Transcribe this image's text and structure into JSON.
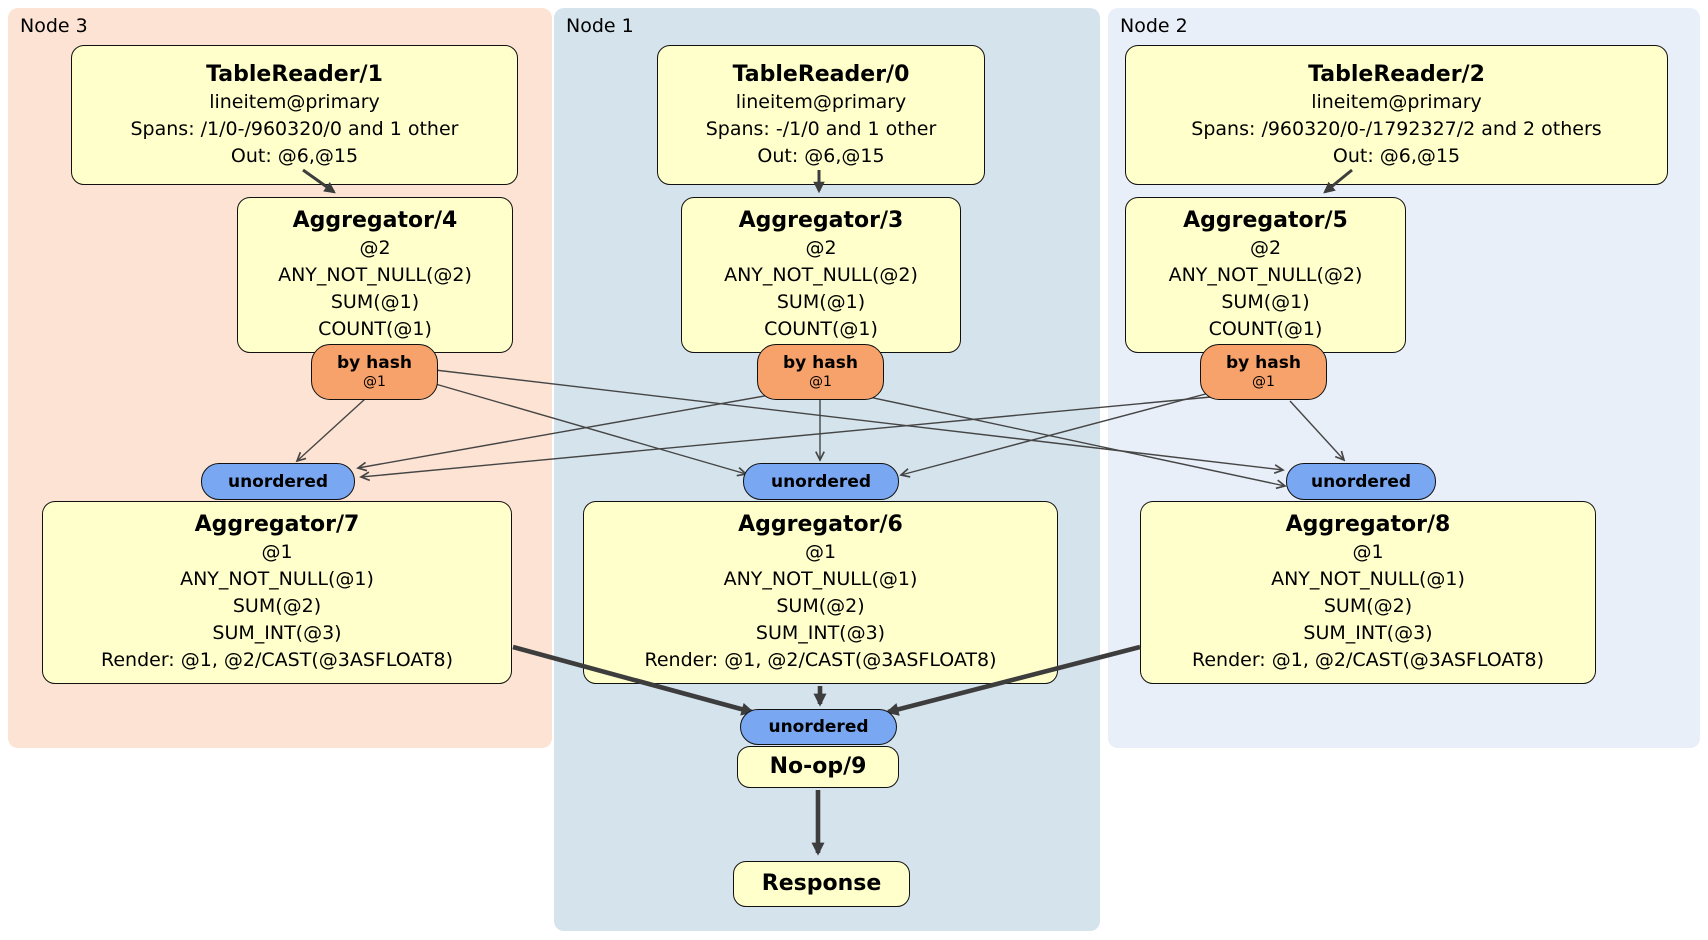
{
  "regions": {
    "node3": {
      "label": "Node 3"
    },
    "node1": {
      "label": "Node 1"
    },
    "node2": {
      "label": "Node 2"
    }
  },
  "operators": {
    "tr1": {
      "title": "TableReader/1",
      "rows": [
        "lineitem@primary",
        "Spans: /1/0-/960320/0 and 1 other",
        "Out: @6,@15"
      ]
    },
    "tr0": {
      "title": "TableReader/0",
      "rows": [
        "lineitem@primary",
        "Spans: -/1/0 and 1 other",
        "Out: @6,@15"
      ]
    },
    "tr2": {
      "title": "TableReader/2",
      "rows": [
        "lineitem@primary",
        "Spans: /960320/0-/1792327/2 and 2 others",
        "Out: @6,@15"
      ]
    },
    "agg4": {
      "title": "Aggregator/4",
      "rows": [
        "@2",
        "ANY_NOT_NULL(@2)",
        "SUM(@1)",
        "COUNT(@1)"
      ]
    },
    "agg3": {
      "title": "Aggregator/3",
      "rows": [
        "@2",
        "ANY_NOT_NULL(@2)",
        "SUM(@1)",
        "COUNT(@1)"
      ]
    },
    "agg5": {
      "title": "Aggregator/5",
      "rows": [
        "@2",
        "ANY_NOT_NULL(@2)",
        "SUM(@1)",
        "COUNT(@1)"
      ]
    },
    "agg7": {
      "title": "Aggregator/7",
      "rows": [
        "@1",
        "ANY_NOT_NULL(@1)",
        "SUM(@2)",
        "SUM_INT(@3)",
        "Render: @1, @2/CAST(@3ASFLOAT8)"
      ]
    },
    "agg6": {
      "title": "Aggregator/6",
      "rows": [
        "@1",
        "ANY_NOT_NULL(@1)",
        "SUM(@2)",
        "SUM_INT(@3)",
        "Render: @1, @2/CAST(@3ASFLOAT8)"
      ]
    },
    "agg8": {
      "title": "Aggregator/8",
      "rows": [
        "@1",
        "ANY_NOT_NULL(@1)",
        "SUM(@2)",
        "SUM_INT(@3)",
        "Render: @1, @2/CAST(@3ASFLOAT8)"
      ]
    },
    "noop9": {
      "title": "No-op/9"
    },
    "response": {
      "title": "Response"
    }
  },
  "router": {
    "label": "by hash",
    "detail": "@1"
  },
  "sync": {
    "label": "unordered"
  },
  "colors": {
    "node3_bg": "#FCE3D3",
    "node1_bg": "#D5E3EC",
    "node2_bg": "#E9EFF8",
    "box_fill": "#FFFFCC",
    "box_border": "#111111",
    "router_fill": "#F7A26B",
    "sync_fill": "#79A7F1",
    "edge_color": "#454545"
  }
}
